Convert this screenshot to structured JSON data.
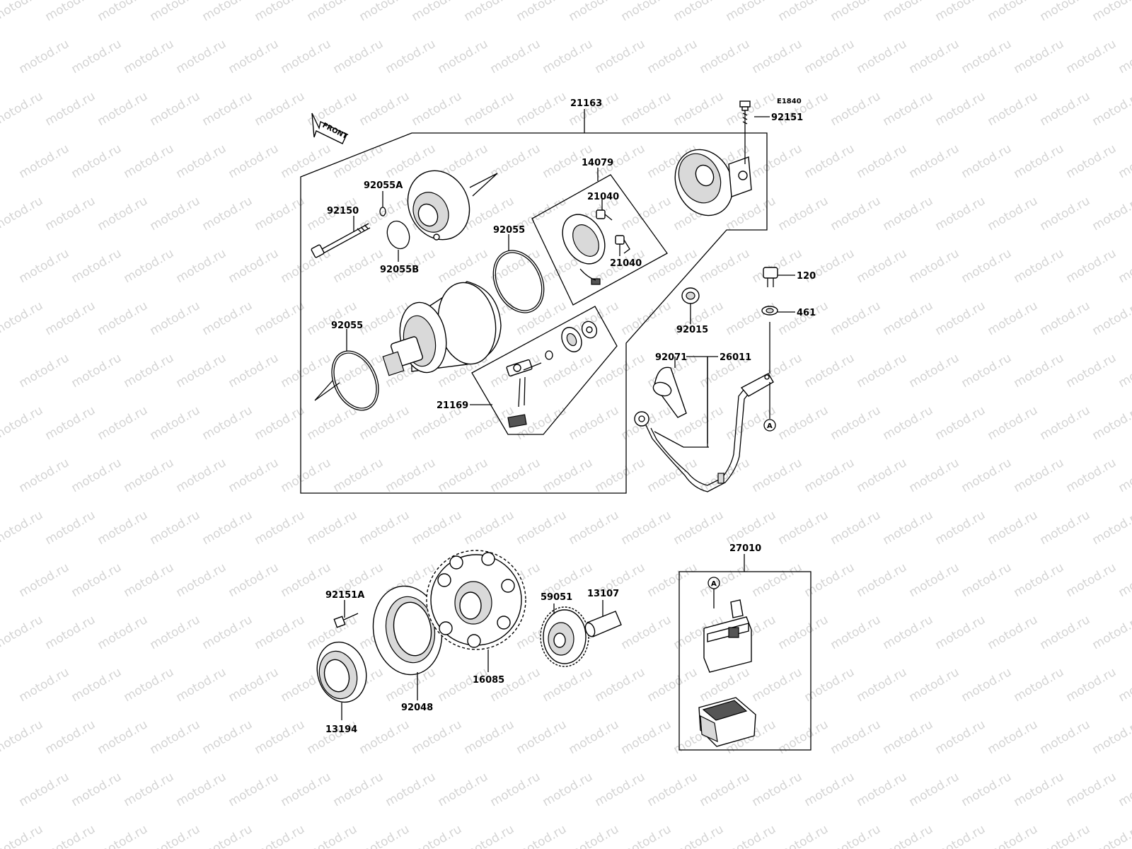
{
  "watermark": "motod.ru",
  "diagram_code": "E1840",
  "front_label": "FRONT",
  "callout_symbol": "A",
  "labels": {
    "assembly": "21163",
    "top_bolt": "92151",
    "brush_holder": "14079",
    "brush_a": "21040",
    "brush_b": "21040",
    "oring_a": "92055A",
    "long_bolt": "92150",
    "oring_b": "92055B",
    "oring_mid": "92055",
    "oring_left": "92055",
    "terminal": "21169",
    "bolt_120": "120",
    "washer_461": "461",
    "nut": "92015",
    "cap": "92071",
    "cable": "26011",
    "relay": "27010",
    "bolt_bottom": "92151A",
    "gear_big": "16085",
    "gear_small": "59051",
    "shaft": "13107",
    "clutch": "92048",
    "oneway": "13194"
  }
}
